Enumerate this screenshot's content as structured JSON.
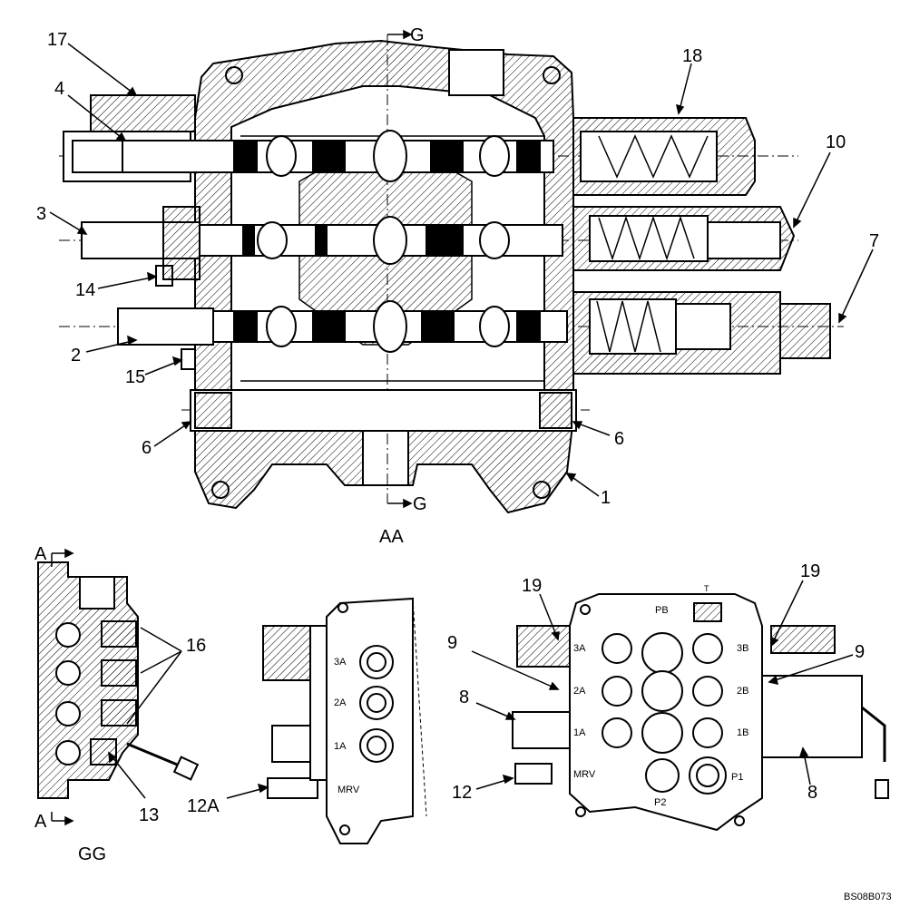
{
  "callouts": [
    "17",
    "4",
    "18",
    "10",
    "3",
    "7",
    "14",
    "2",
    "15",
    "6",
    "6",
    "1",
    "16",
    "13",
    "19",
    "19",
    "9",
    "9",
    "8",
    "8",
    "12A",
    "12"
  ],
  "section_marks": {
    "a": "A",
    "g": "G"
  },
  "views": {
    "main": "AA",
    "section": "GG"
  },
  "port_labels": {
    "p3a": "3A",
    "p2a": "2A",
    "p1a": "1A",
    "p3b": "3B",
    "p2b": "2B",
    "p1b": "1B",
    "mrv": "MRV",
    "pb": "PB",
    "p1": "P1",
    "p2": "P2",
    "t": "T"
  },
  "reference": "BS08B073"
}
